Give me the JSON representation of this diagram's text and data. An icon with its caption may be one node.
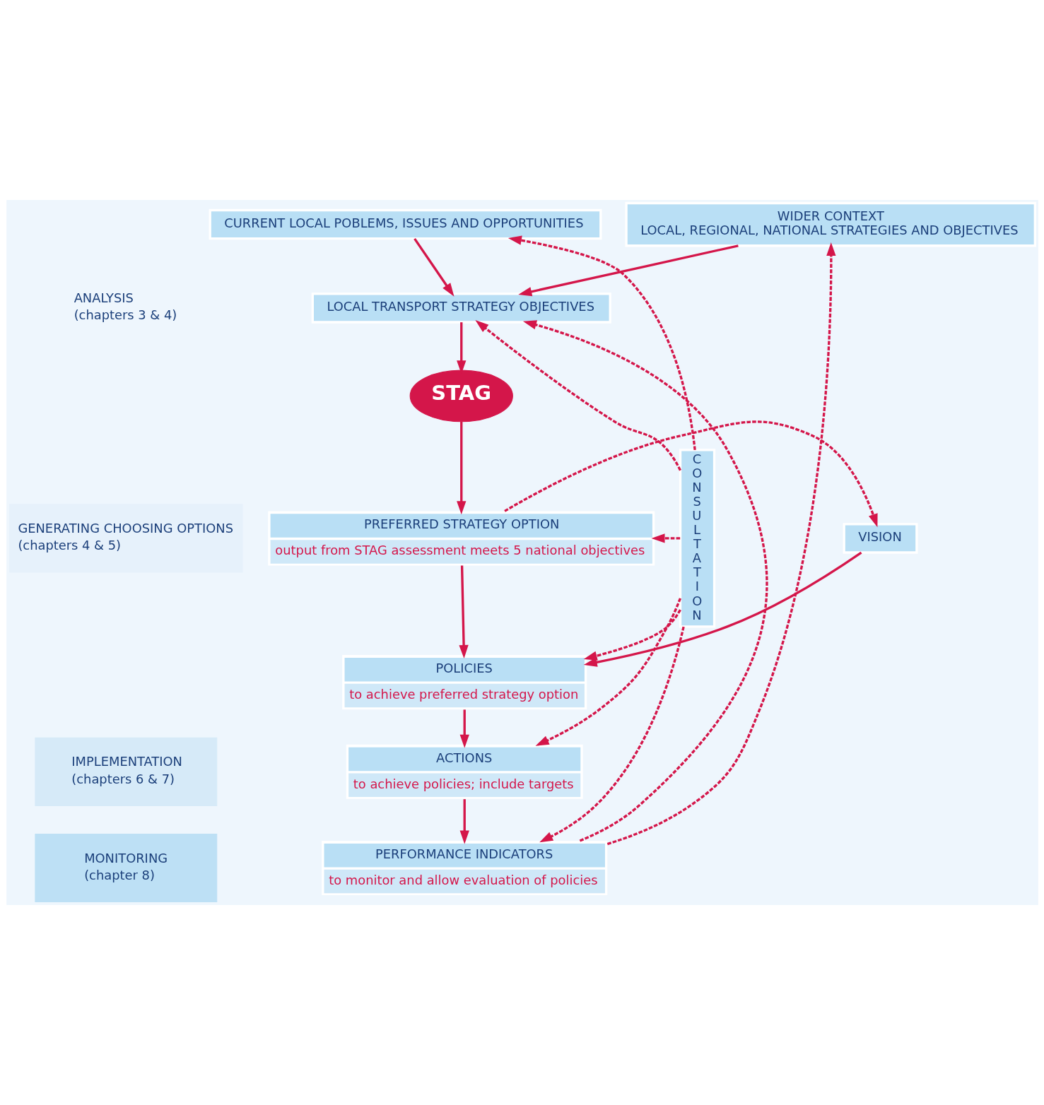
{
  "diagram": {
    "nodes": [
      {
        "text": [
          "ANALYSIS",
          "(chapters 3 & 4)"
        ]
      },
      {
        "text": [
          "GENERATING CHOOSING OPTIONS",
          "(chapters 4 & 5)"
        ]
      },
      {
        "text": [
          "IMPLEMENTATION",
          "(chapters 6 & 7)"
        ]
      },
      {
        "text": [
          "MONITORING",
          "(chapter 8)"
        ]
      },
      {
        "text": [
          "CURRENT LOCAL POBLEMS, ISSUES AND OPPORTUNITIES"
        ]
      },
      {
        "text": [
          "WIDER CONTEXT",
          "LOCAL, REGIONAL, NATIONAL STRATEGIES AND OBJECTIVES"
        ]
      },
      {
        "text": [
          "LOCAL TRANSPORT STRATEGY OBJECTIVES"
        ]
      },
      {
        "text": [
          "STAG"
        ]
      },
      {
        "text": [
          "CONSULTATION"
        ]
      },
      {
        "text": [
          "PREFERRED STRATEGY OPTION",
          "output from STAG assessment meets 5 national objectives"
        ]
      },
      {
        "text": [
          "VISION"
        ]
      },
      {
        "text": [
          "POLICIES",
          "to achieve preferred strategy option"
        ]
      },
      {
        "text": [
          "ACTIONS",
          "to achieve policies; include targets"
        ]
      },
      {
        "text": [
          "PERFORMANCE INDICATORS",
          "to monitor and allow evaluation of policies"
        ]
      }
    ],
    "edges": [
      {
        "from": 4,
        "to": 6,
        "arrow": "to"
      },
      {
        "from": 5,
        "to": 6,
        "arrow": "to"
      },
      {
        "from": 6,
        "to": 7,
        "arrow": "to"
      },
      {
        "from": 7,
        "to": 9,
        "arrow": "to"
      },
      {
        "from": 9,
        "to": 11,
        "arrow": "to"
      },
      {
        "from": 11,
        "to": 12,
        "arrow": "to"
      },
      {
        "from": 12,
        "to": 13,
        "arrow": "to"
      },
      {
        "from": 8,
        "to": 4,
        "arrow": "to",
        "style": "dashed"
      },
      {
        "from": 8,
        "to": 6,
        "arrow": "to",
        "style": "dashed"
      },
      {
        "from": 8,
        "to": 9,
        "arrow": "to",
        "style": "dashed"
      },
      {
        "from": 8,
        "to": 11,
        "arrow": "to",
        "style": "dashed"
      },
      {
        "from": 8,
        "to": 12,
        "arrow": "to",
        "style": "dashed"
      },
      {
        "from": 8,
        "to": 13,
        "arrow": "to",
        "style": "dashed"
      },
      {
        "from": 9,
        "to": 10,
        "arrow": "to",
        "style": "dashed"
      },
      {
        "from": 10,
        "to": 11,
        "arrow": "to"
      },
      {
        "from": 13,
        "to": 5,
        "arrow": "to",
        "style": "dashed"
      },
      {
        "from": 13,
        "to": 6,
        "arrow": "to",
        "style": "dashed"
      }
    ]
  }
}
